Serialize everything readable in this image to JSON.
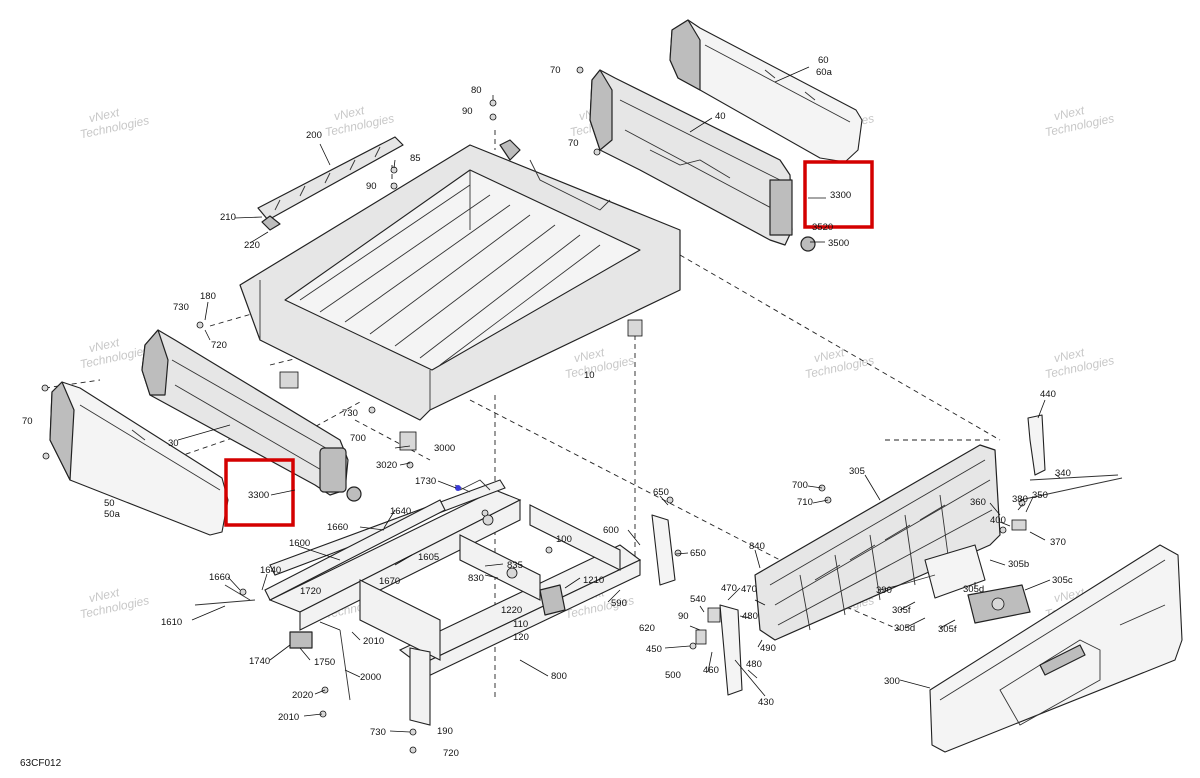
{
  "diagram_code": "63CF012",
  "watermark": {
    "line1": "vNext",
    "line2": "Technologies",
    "combined": "vNext Technologies"
  },
  "callouts": [
    {
      "id": "highlight-a",
      "label": "3300"
    },
    {
      "id": "highlight-b",
      "label": "3300"
    }
  ],
  "labels": [
    {
      "key": "l60",
      "text": "60"
    },
    {
      "key": "l60a",
      "text": "60a"
    },
    {
      "key": "l70a",
      "text": "70"
    },
    {
      "key": "l40",
      "text": "40"
    },
    {
      "key": "l70b",
      "text": "70"
    },
    {
      "key": "l3520",
      "text": "3520"
    },
    {
      "key": "l3500",
      "text": "3500"
    },
    {
      "key": "l80",
      "text": "80"
    },
    {
      "key": "l90a",
      "text": "90"
    },
    {
      "key": "l200",
      "text": "200"
    },
    {
      "key": "l85",
      "text": "85"
    },
    {
      "key": "l90b",
      "text": "90"
    },
    {
      "key": "l210",
      "text": "210"
    },
    {
      "key": "l220",
      "text": "220"
    },
    {
      "key": "l180",
      "text": "180"
    },
    {
      "key": "l730a",
      "text": "730"
    },
    {
      "key": "l720a",
      "text": "720"
    },
    {
      "key": "l10",
      "text": "10"
    },
    {
      "key": "l70c",
      "text": "70"
    },
    {
      "key": "l30",
      "text": "30"
    },
    {
      "key": "l730b",
      "text": "730"
    },
    {
      "key": "l700a",
      "text": "700"
    },
    {
      "key": "l3000",
      "text": "3000"
    },
    {
      "key": "l3020",
      "text": "3020"
    },
    {
      "key": "l50",
      "text": "50"
    },
    {
      "key": "l50a",
      "text": "50a"
    },
    {
      "key": "l1730",
      "text": "1730"
    },
    {
      "key": "l1640a",
      "text": "1640"
    },
    {
      "key": "l1660a",
      "text": "1660"
    },
    {
      "key": "l1600",
      "text": "1600"
    },
    {
      "key": "l1605",
      "text": "1605"
    },
    {
      "key": "l100",
      "text": "100"
    },
    {
      "key": "l835",
      "text": "835"
    },
    {
      "key": "l830",
      "text": "830"
    },
    {
      "key": "l1670",
      "text": "1670"
    },
    {
      "key": "l1660b",
      "text": "1660"
    },
    {
      "key": "l1640b",
      "text": "1640"
    },
    {
      "key": "l1720",
      "text": "1720"
    },
    {
      "key": "l1210",
      "text": "1210"
    },
    {
      "key": "l1220",
      "text": "1220"
    },
    {
      "key": "l110",
      "text": "110"
    },
    {
      "key": "l120",
      "text": "120"
    },
    {
      "key": "l1610",
      "text": "1610"
    },
    {
      "key": "l2010a",
      "text": "2010"
    },
    {
      "key": "l1740",
      "text": "1740"
    },
    {
      "key": "l1750",
      "text": "1750"
    },
    {
      "key": "l2000",
      "text": "2000"
    },
    {
      "key": "l2020",
      "text": "2020"
    },
    {
      "key": "l2010b",
      "text": "2010"
    },
    {
      "key": "l800",
      "text": "800"
    },
    {
      "key": "l730c",
      "text": "730"
    },
    {
      "key": "l190",
      "text": "190"
    },
    {
      "key": "l720b",
      "text": "720"
    },
    {
      "key": "l650a",
      "text": "650"
    },
    {
      "key": "l600",
      "text": "600"
    },
    {
      "key": "l650b",
      "text": "650"
    },
    {
      "key": "l590",
      "text": "590"
    },
    {
      "key": "l540",
      "text": "540"
    },
    {
      "key": "l90c",
      "text": "90"
    },
    {
      "key": "l620",
      "text": "620"
    },
    {
      "key": "l450",
      "text": "450"
    },
    {
      "key": "l500",
      "text": "500"
    },
    {
      "key": "l460",
      "text": "460"
    },
    {
      "key": "l470a",
      "text": "470"
    },
    {
      "key": "l480a",
      "text": "480"
    },
    {
      "key": "l840",
      "text": "840"
    },
    {
      "key": "l470b",
      "text": "470"
    },
    {
      "key": "l480b",
      "text": "480"
    },
    {
      "key": "l490",
      "text": "490"
    },
    {
      "key": "l430",
      "text": "430"
    },
    {
      "key": "l700b",
      "text": "700"
    },
    {
      "key": "l710",
      "text": "710"
    },
    {
      "key": "l305",
      "text": "305"
    },
    {
      "key": "l440",
      "text": "440"
    },
    {
      "key": "l340",
      "text": "340"
    },
    {
      "key": "l380",
      "text": "380"
    },
    {
      "key": "l350",
      "text": "350"
    },
    {
      "key": "l360",
      "text": "360"
    },
    {
      "key": "l400",
      "text": "400"
    },
    {
      "key": "l370",
      "text": "370"
    },
    {
      "key": "l305b",
      "text": "305b"
    },
    {
      "key": "l305c",
      "text": "305c"
    },
    {
      "key": "l305d1",
      "text": "305d"
    },
    {
      "key": "l390",
      "text": "390"
    },
    {
      "key": "l305f1",
      "text": "305f"
    },
    {
      "key": "l305d2",
      "text": "305d"
    },
    {
      "key": "l305f2",
      "text": "305f"
    },
    {
      "key": "l300",
      "text": "300"
    }
  ]
}
